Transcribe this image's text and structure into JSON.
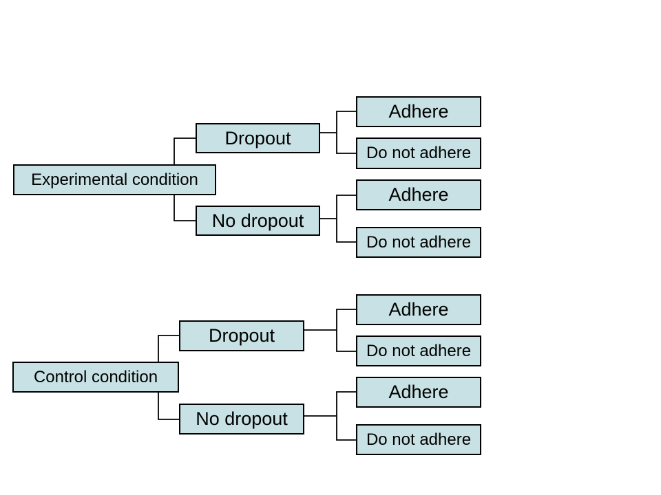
{
  "diagram": {
    "type": "tree",
    "background": "#ffffff",
    "box_fill": "#c7e1e4",
    "box_border": "#000000",
    "line_color": "#000000",
    "trees": [
      {
        "root": {
          "label": "Experimental condition"
        },
        "branches": [
          {
            "label": "Dropout",
            "leaves": [
              {
                "label": "Adhere"
              },
              {
                "label": "Do not adhere"
              }
            ]
          },
          {
            "label": "No dropout",
            "leaves": [
              {
                "label": "Adhere"
              },
              {
                "label": "Do not adhere"
              }
            ]
          }
        ]
      },
      {
        "root": {
          "label": "Control condition"
        },
        "branches": [
          {
            "label": "Dropout",
            "leaves": [
              {
                "label": "Adhere"
              },
              {
                "label": "Do not adhere"
              }
            ]
          },
          {
            "label": "No dropout",
            "leaves": [
              {
                "label": "Adhere"
              },
              {
                "label": "Do not adhere"
              }
            ]
          }
        ]
      }
    ]
  }
}
